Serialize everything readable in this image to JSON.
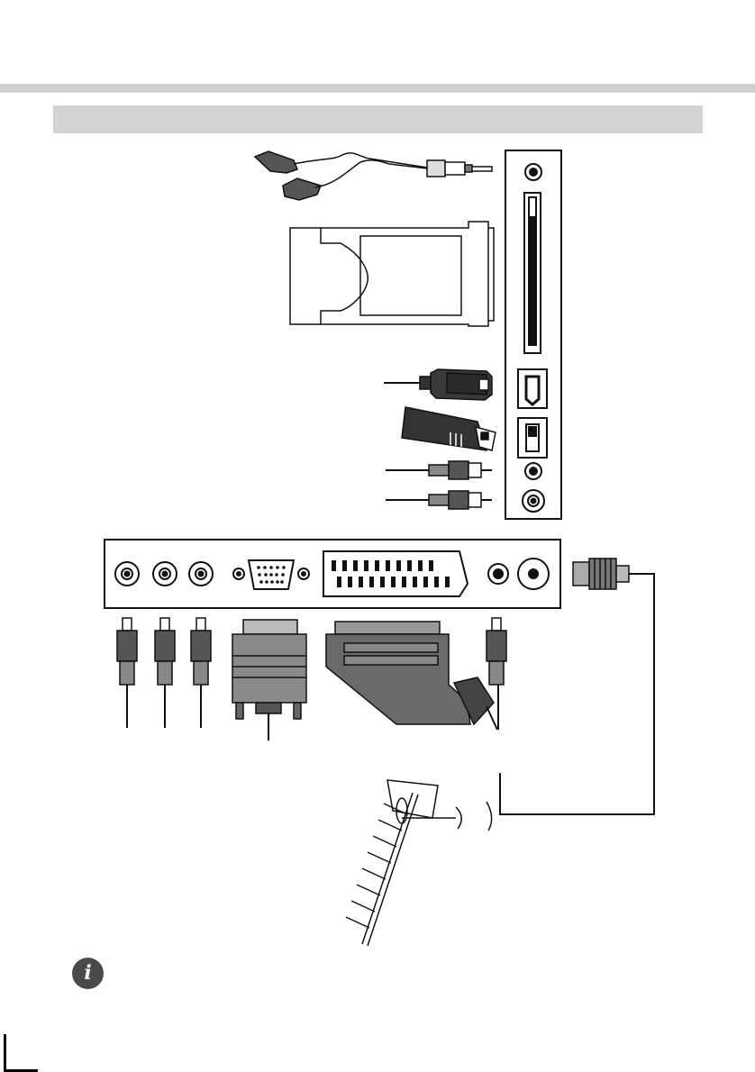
{
  "page": {
    "header_bar_color": "#cfcfcf",
    "section_bar_color": "#d3d3d3",
    "section_title": ""
  },
  "icons": {
    "info": "info-icon"
  },
  "side_panel_ports": [
    "headphone-jack",
    "ci-slot",
    "hdmi-port",
    "usb-port",
    "audio-jack",
    "video-jack"
  ],
  "back_panel_ports": [
    "rca-1",
    "rca-2",
    "rca-3",
    "vga-port",
    "scart-port",
    "mini-jack",
    "antenna-input"
  ],
  "accessories": [
    "earphones",
    "ci-module-card",
    "hdmi-cable",
    "usb-stick",
    "rca-cables",
    "vga-cable",
    "scart-cable",
    "yagi-antenna"
  ]
}
